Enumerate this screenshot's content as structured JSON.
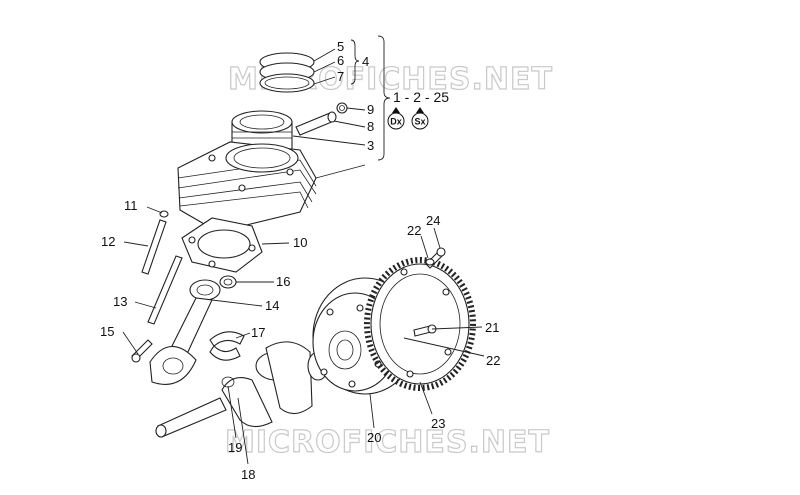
{
  "watermark": {
    "text_top": "MICROFICHES.NET",
    "text_bottom": "MICROFICHES.NET"
  },
  "callouts": {
    "n5": "5",
    "n6": "6",
    "n7": "7",
    "n4": "4",
    "n9": "9",
    "n8": "8",
    "n3": "3",
    "n11": "11",
    "n12": "12",
    "n10": "10",
    "n16": "16",
    "n14": "14",
    "n13": "13",
    "n15": "15",
    "n17": "17",
    "n24": "24",
    "n22a": "22",
    "n21": "21",
    "n22b": "22",
    "n20": "20",
    "n23": "23",
    "n19": "19",
    "n18": "18"
  },
  "group_ref": {
    "text": "1 - 2 - 25",
    "left_badge": "Dx",
    "right_badge": "Sx"
  },
  "colors": {
    "ink": "#222222",
    "watermark_outline": "#c9c9c9"
  }
}
